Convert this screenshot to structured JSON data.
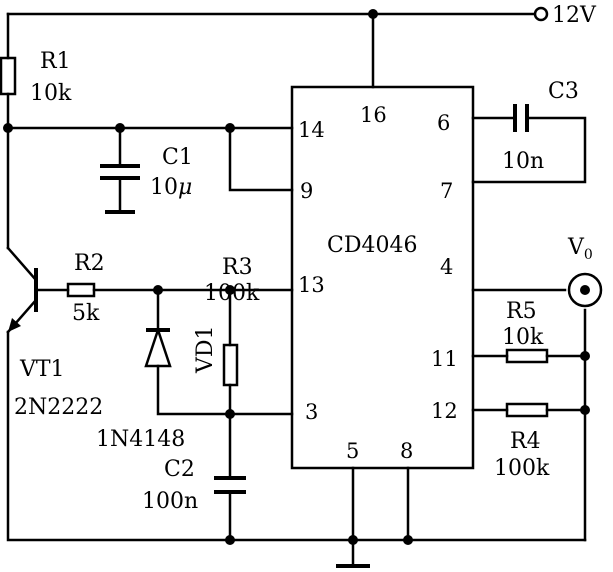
{
  "supply": {
    "label": "12V"
  },
  "output": {
    "label": "V",
    "sub": "0"
  },
  "ic": {
    "name": "CD4046",
    "pins": {
      "p14": "14",
      "p16": "16",
      "p6": "6",
      "p9": "9",
      "p7": "7",
      "p13": "13",
      "p4": "4",
      "p11": "11",
      "p3": "3",
      "p12": "12",
      "p5": "5",
      "p8": "8"
    }
  },
  "components": {
    "r1": {
      "name": "R1",
      "value": "10k"
    },
    "c1": {
      "name": "C1",
      "value_num": "10",
      "value_unit": "μ"
    },
    "c3": {
      "name": "C3",
      "value": "10n"
    },
    "r2": {
      "name": "R2",
      "value": "5k"
    },
    "r3": {
      "name": "R3",
      "value": "100k"
    },
    "vd1": {
      "name": "VD1",
      "part": "1N4148"
    },
    "vt1": {
      "name": "VT1",
      "part": "2N2222"
    },
    "r5": {
      "name": "R5",
      "value": "10k"
    },
    "r4": {
      "name": "R4",
      "value": "100k"
    },
    "c2": {
      "name": "C2",
      "value": "100n"
    }
  }
}
